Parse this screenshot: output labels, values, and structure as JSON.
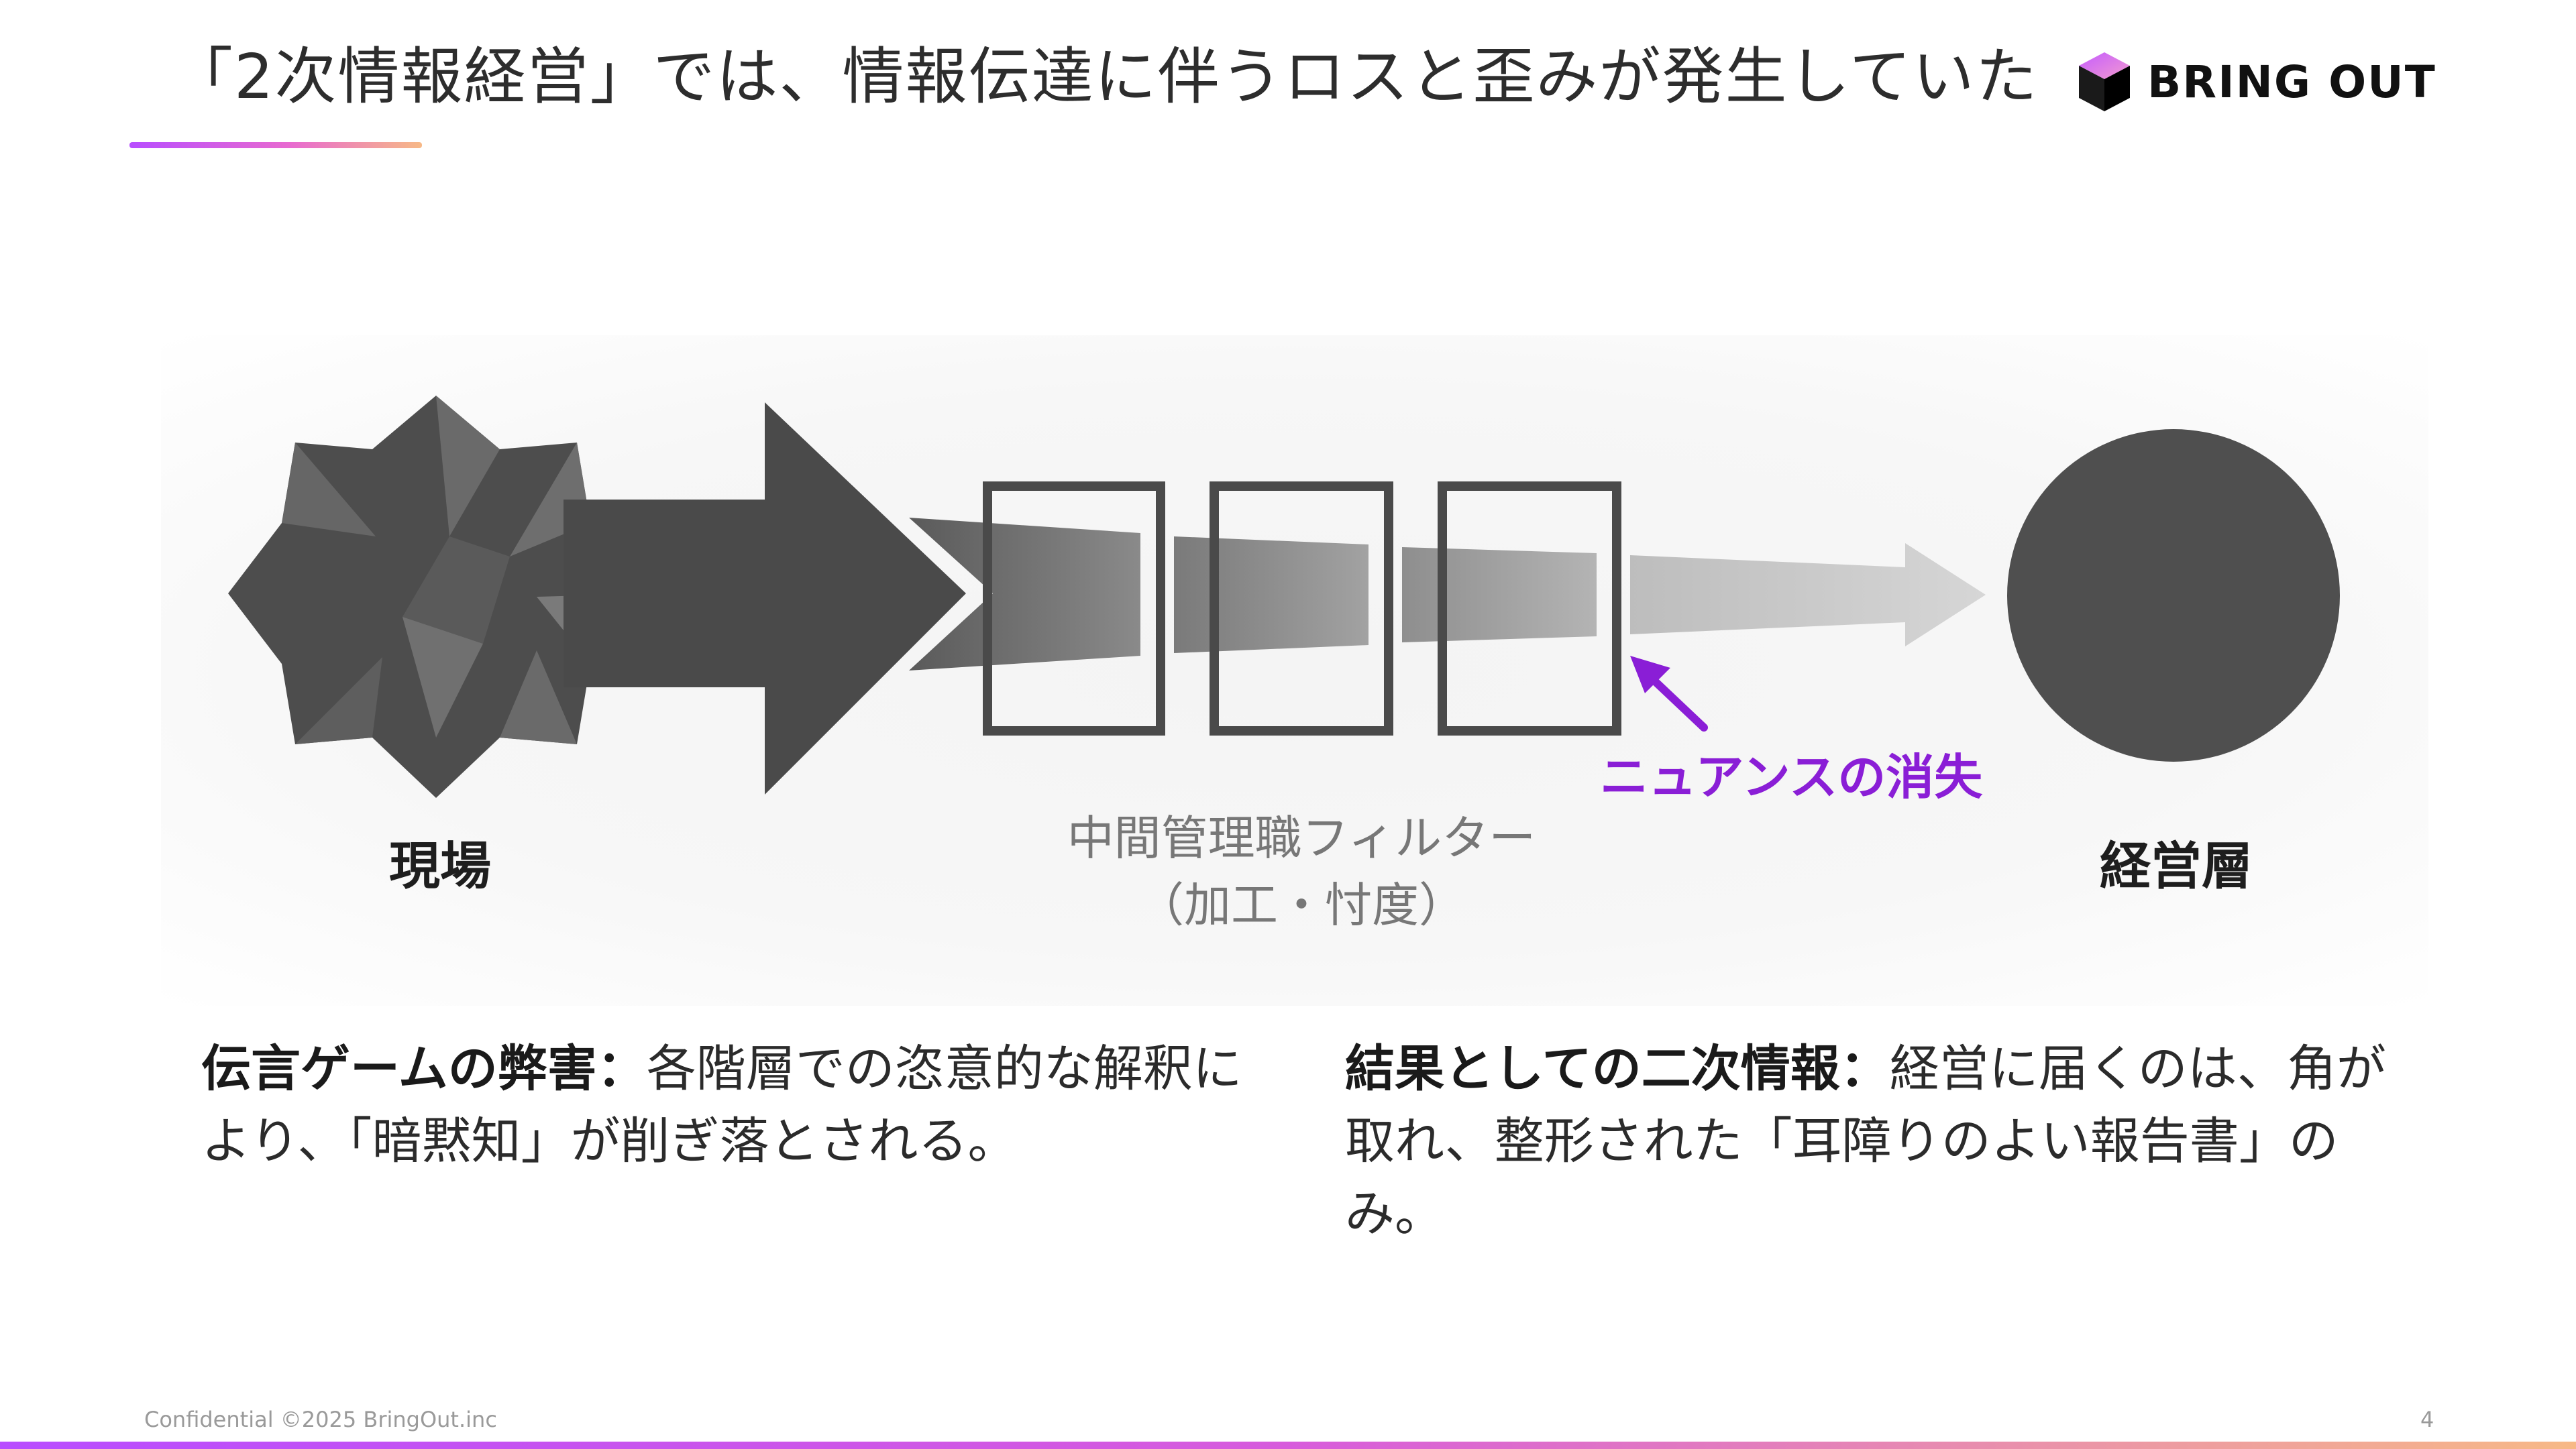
{
  "slide": {
    "title": "「2次情報経営」では、情報伝達に伴うロスと歪みが発生していた",
    "logo_text": "BRING OUT",
    "footer": "Confidential ©2025 BringOut.inc",
    "page_number": "4"
  },
  "diagram": {
    "source_label": "現場",
    "filter_label_line1": "中間管理職フィルター",
    "filter_label_line2": "（加工・忖度）",
    "nuance_label": "ニュアンスの消失",
    "target_label": "経営層"
  },
  "captions": {
    "left": {
      "bold": "伝言ゲームの弊害：",
      "text": "各階層での恣意的な解釈により、「暗黙知」が削ぎ落とされる。"
    },
    "right": {
      "bold": "結果としての二次情報：",
      "text": "経営に届くのは、角が取れ、整形された「耳障りのよい報告書」のみ。"
    }
  },
  "colors": {
    "accent_purple": "#8a1ed6",
    "dark_gray": "#4a4a4a",
    "gradient_start": "#b84dff",
    "gradient_end": "#f7b986"
  },
  "icons": {
    "logo": "cube-icon"
  }
}
